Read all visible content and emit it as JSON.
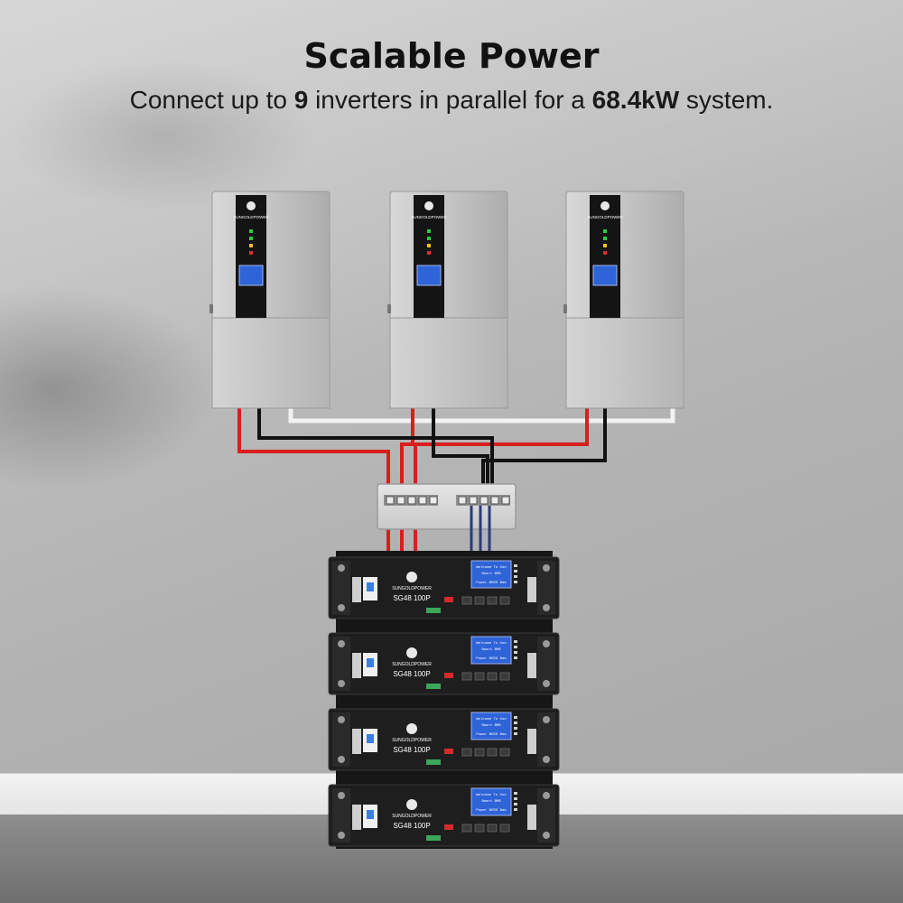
{
  "heading": {
    "title": "Scalable Power",
    "subtitle_prefix": "Connect up to ",
    "subtitle_count": "9",
    "subtitle_middle": " inverters in parallel for a ",
    "subtitle_power": "68.4kW",
    "subtitle_suffix": " system."
  },
  "inverters": [
    {
      "brand": "SUNGOLDPOWER"
    },
    {
      "brand": "SUNGOLDPOWER"
    },
    {
      "brand": "SUNGOLDPOWER"
    }
  ],
  "batteries": [
    {
      "brand": "SUNGOLDPOWER",
      "model": "SG48 100P",
      "screen_line1": "Welcome To Use",
      "screen_line2": "Smart BMS",
      "screen_line3": "Power BOSS Bms"
    },
    {
      "brand": "SUNGOLDPOWER",
      "model": "SG48 100P",
      "screen_line1": "Welcome To Use",
      "screen_line2": "Smart BMS",
      "screen_line3": "Power BOSS Bms"
    },
    {
      "brand": "SUNGOLDPOWER",
      "model": "SG48 100P",
      "screen_line1": "Welcome To Use",
      "screen_line2": "Smart BMS",
      "screen_line3": "Power BOSS Bms"
    },
    {
      "brand": "SUNGOLDPOWER",
      "model": "SG48 100P",
      "screen_line1": "Welcome To Use",
      "screen_line2": "Smart BMS",
      "screen_line3": "Power BOSS Bms"
    }
  ],
  "colors": {
    "positive_cable": "#d81e1e",
    "negative_cable": "#111111",
    "parallel_cable": "#f2f2f2",
    "battery_cable": "#2a3a7a",
    "inverter_body": "#c3c3c3",
    "battery_body": "#1e1e1e",
    "lcd_screen": "#2f63d8"
  }
}
